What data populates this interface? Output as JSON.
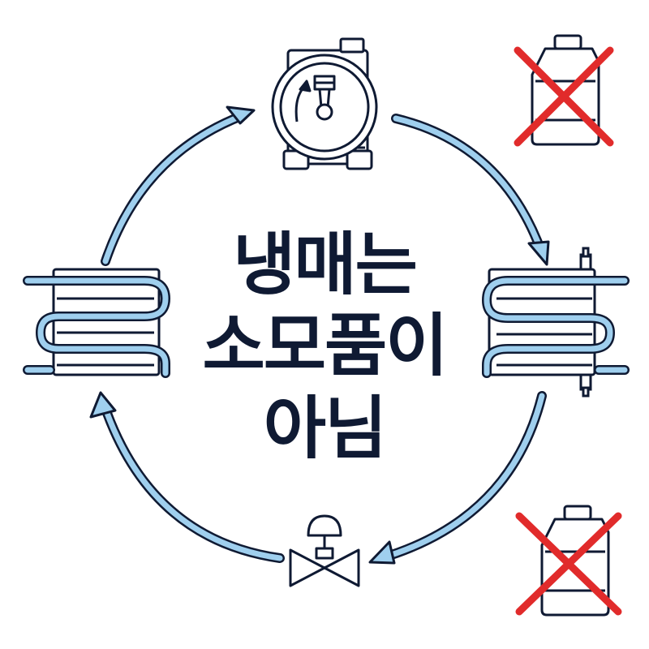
{
  "title_lines": [
    "냉매는",
    "소모품이",
    "아님"
  ],
  "colors": {
    "ink": "#0f1a33",
    "pipe_blue": "#9fcfee",
    "cross_red": "#e12b2b",
    "background": "#ffffff"
  },
  "icons": {
    "top": "compressor-icon",
    "right": "condenser-coil-icon",
    "bottom": "expansion-valve-icon",
    "left": "evaporator-coil-icon",
    "crossed": "crossed-refrigerant-jug-icon"
  }
}
